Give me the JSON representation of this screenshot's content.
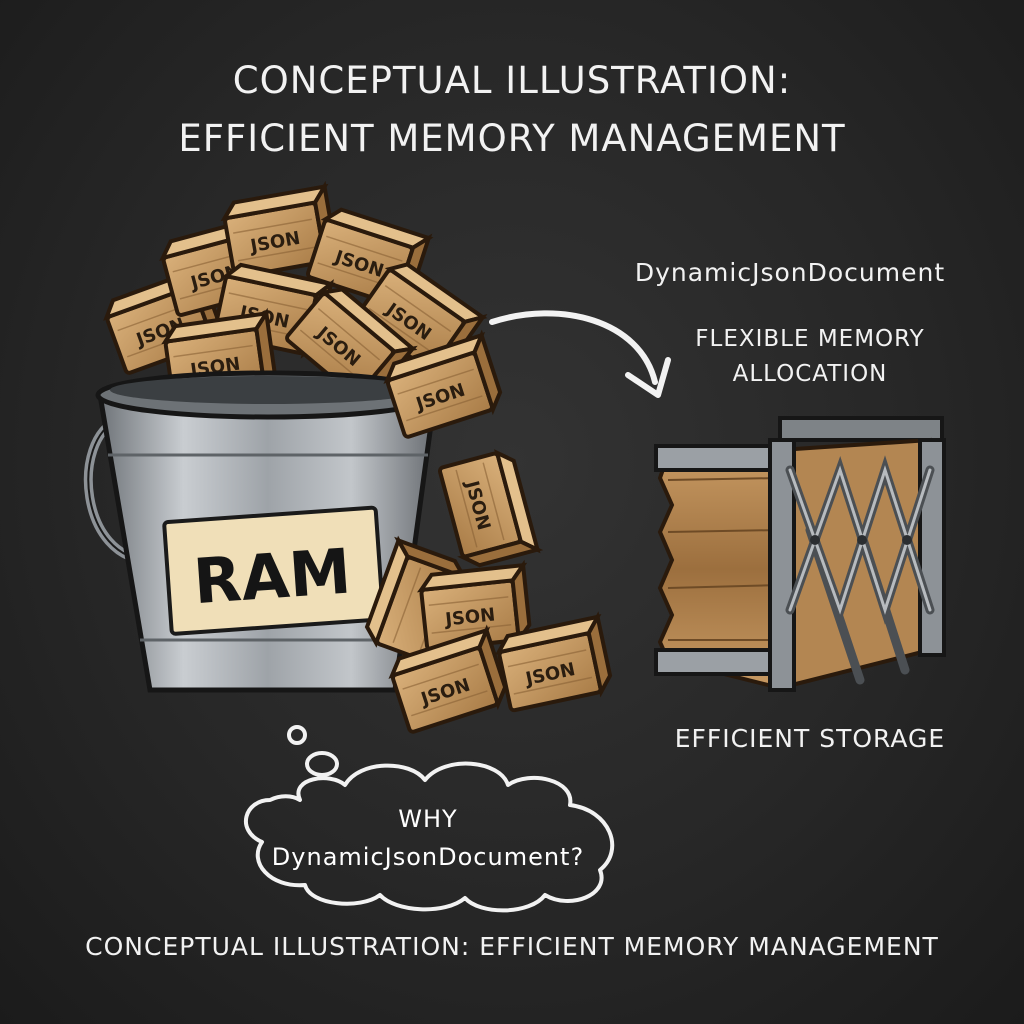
{
  "title": {
    "line1": "CONCEPTUAL ILLUSTRATION:",
    "line2": "EFFICIENT MEMORY MANAGEMENT"
  },
  "bucket": {
    "label": "RAM",
    "box_label": "JSON"
  },
  "right": {
    "title": "DynamicJsonDocument",
    "caption_line1": "FLEXIBLE MEMORY",
    "caption_line2": "ALLOCATION",
    "storage_label": "EFFICIENT STORAGE"
  },
  "thought": {
    "line1": "WHY",
    "line2": "DynamicJsonDocument?"
  },
  "footer": "CONCEPTUAL ILLUSTRATION: EFFICIENT MEMORY MANAGEMENT",
  "colors": {
    "chalkboard": "#2a2a2a",
    "chalk": "#f2f2f2",
    "wood": "#c9a06a",
    "metal": "#a9adb3",
    "tag": "#f0dfb8"
  }
}
